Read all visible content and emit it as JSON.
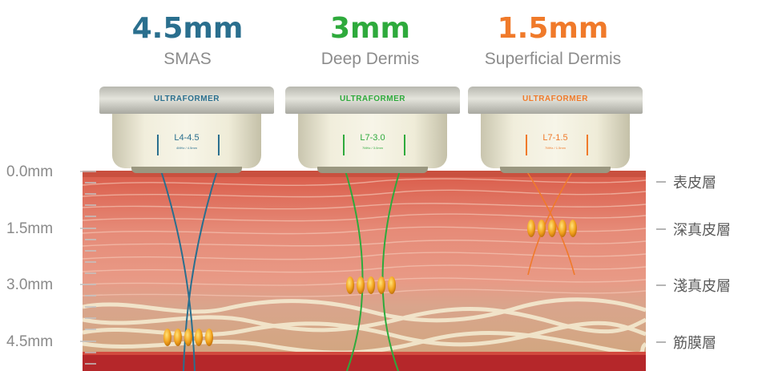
{
  "colors": {
    "smas": "#2a6f8e",
    "deep": "#2eaa3c",
    "superficial": "#f07a2a"
  },
  "probes": [
    {
      "depth": "4.5mm",
      "layer_en": "SMAS",
      "brand": "ULTRAFORMER",
      "model": "L4-4.5",
      "color": "#2a6f8e",
      "fine": "4MHz / 4.5mm"
    },
    {
      "depth": "3mm",
      "layer_en": "Deep Dermis",
      "brand": "ULTRAFORMER",
      "model": "L7-3.0",
      "color": "#2eaa3c",
      "fine": "7MHz / 3.0mm"
    },
    {
      "depth": "1.5mm",
      "layer_en": "Superficial Dermis",
      "brand": "ULTRAFORMER",
      "model": "L7-1.5",
      "color": "#f07a2a",
      "fine": "7MHz / 1.5mm"
    }
  ],
  "scale": [
    "0.0mm",
    "1.5mm",
    "3.0mm",
    "4.5mm"
  ],
  "layers": [
    "表皮層",
    "深真皮層",
    "淺真皮層",
    "筋膜層"
  ]
}
